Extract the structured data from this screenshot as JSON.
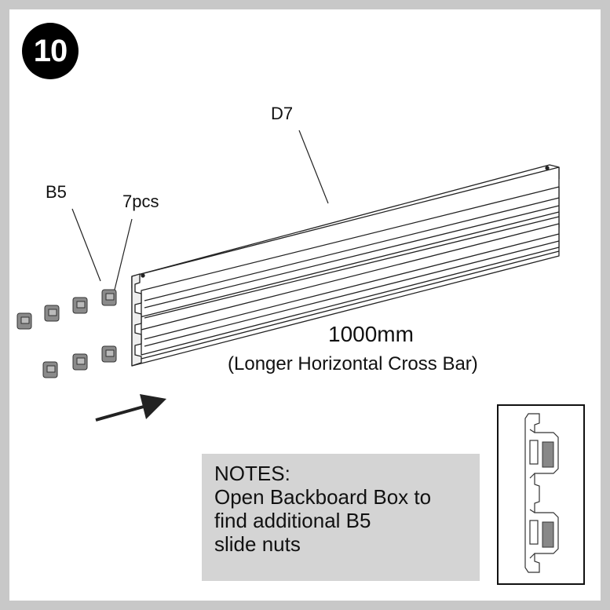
{
  "step": {
    "number": "10"
  },
  "labels": {
    "part_bar": "D7",
    "part_nut": "B5",
    "nut_quantity": "7pcs",
    "bar_length": "1000mm",
    "bar_description": "(Longer Horizontal Cross Bar)"
  },
  "notes": {
    "heading": "NOTES:",
    "lines": [
      "Open Backboard Box to",
      "find additional B5",
      "slide nuts"
    ]
  },
  "icons": {
    "arrow": "direction-arrow-icon",
    "nut": "slide-nut-icon",
    "bar": "aluminium-cross-bar",
    "profile": "bar-profile-cross-section"
  }
}
